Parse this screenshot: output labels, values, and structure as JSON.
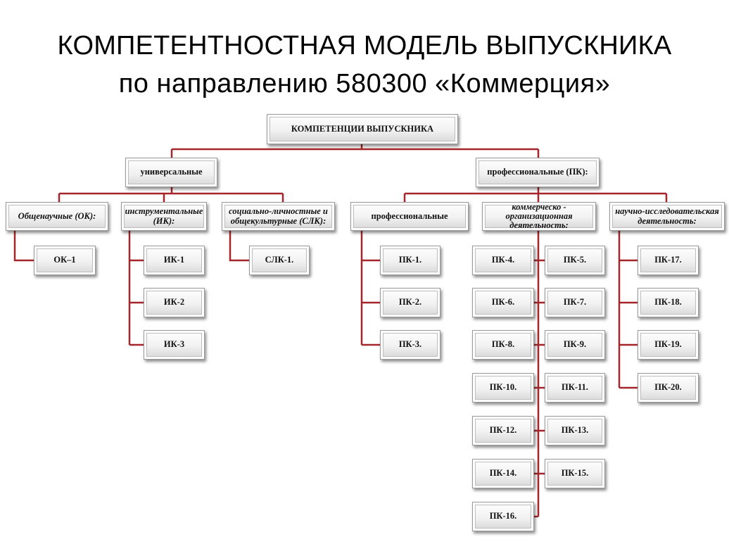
{
  "title": {
    "line1": "КОМПЕТЕНТНОСТНАЯ МОДЕЛЬ ВЫПУСКНИКА",
    "line2": "по направлению 580300 «Коммерция»"
  },
  "colors": {
    "connector": "#a5262a"
  },
  "root": "КОМПЕТЕНЦИИ ВЫПУСКНИКА",
  "level1": {
    "universal": "универсальные",
    "professional": "профессиональные (ПК):"
  },
  "universal": {
    "general_science": {
      "label": "Общенаучные (ОК):",
      "items": [
        "ОК–1"
      ]
    },
    "instrumental": {
      "label": "инструментальные (ИК):",
      "items": [
        "ИК-1",
        "ИК-2",
        "ИК-3"
      ]
    },
    "social": {
      "label": "социально-личностные и общекультурные (СЛК):",
      "items": [
        "СЛК-1."
      ]
    }
  },
  "professional": {
    "prof": {
      "label": "профессиональные",
      "items": [
        "ПК-1.",
        "ПК-2.",
        "ПК-3."
      ]
    },
    "commercial": {
      "label": "коммерческо - организационная деятельность:",
      "left_items": [
        "ПК-4.",
        "ПК-6.",
        "ПК-8.",
        "ПК-10.",
        "ПК-12.",
        "ПК-14.",
        "ПК-16."
      ],
      "right_items": [
        "ПК-5.",
        "ПК-7.",
        "ПК-9.",
        "ПК-11.",
        "ПК-13.",
        "ПК-15."
      ]
    },
    "research": {
      "label": "научно-исследовательская деятельность:",
      "items": [
        "ПК-17.",
        "ПК-18.",
        "ПК-19.",
        "ПК-20."
      ]
    }
  }
}
